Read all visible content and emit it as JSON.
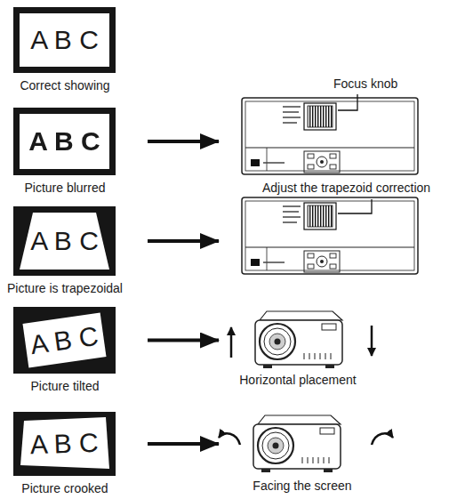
{
  "diagram": {
    "nodes": [
      {
        "text": [
          "A B C",
          "Correct showing"
        ]
      },
      {
        "text": [
          "A B C",
          "Picture blurred"
        ]
      },
      {
        "text": [
          "Focus knob"
        ]
      },
      {
        "text": [
          "A B C",
          "Picture is trapezoidal"
        ]
      },
      {
        "text": [
          "Adjust the trapezoid correction"
        ]
      },
      {
        "text": [
          "A B C",
          "Picture tilted"
        ]
      },
      {
        "text": [
          "Horizontal placement"
        ]
      },
      {
        "text": [
          "A B C",
          "Picture crooked"
        ]
      },
      {
        "text": [
          "Facing the screen"
        ]
      }
    ],
    "edges": [
      {
        "from": 1,
        "to": 2,
        "arrow": "to"
      },
      {
        "from": 3,
        "to": 4,
        "arrow": "to"
      },
      {
        "from": 5,
        "to": 6,
        "arrow": "to"
      },
      {
        "from": 7,
        "to": 8,
        "arrow": "to"
      }
    ]
  }
}
